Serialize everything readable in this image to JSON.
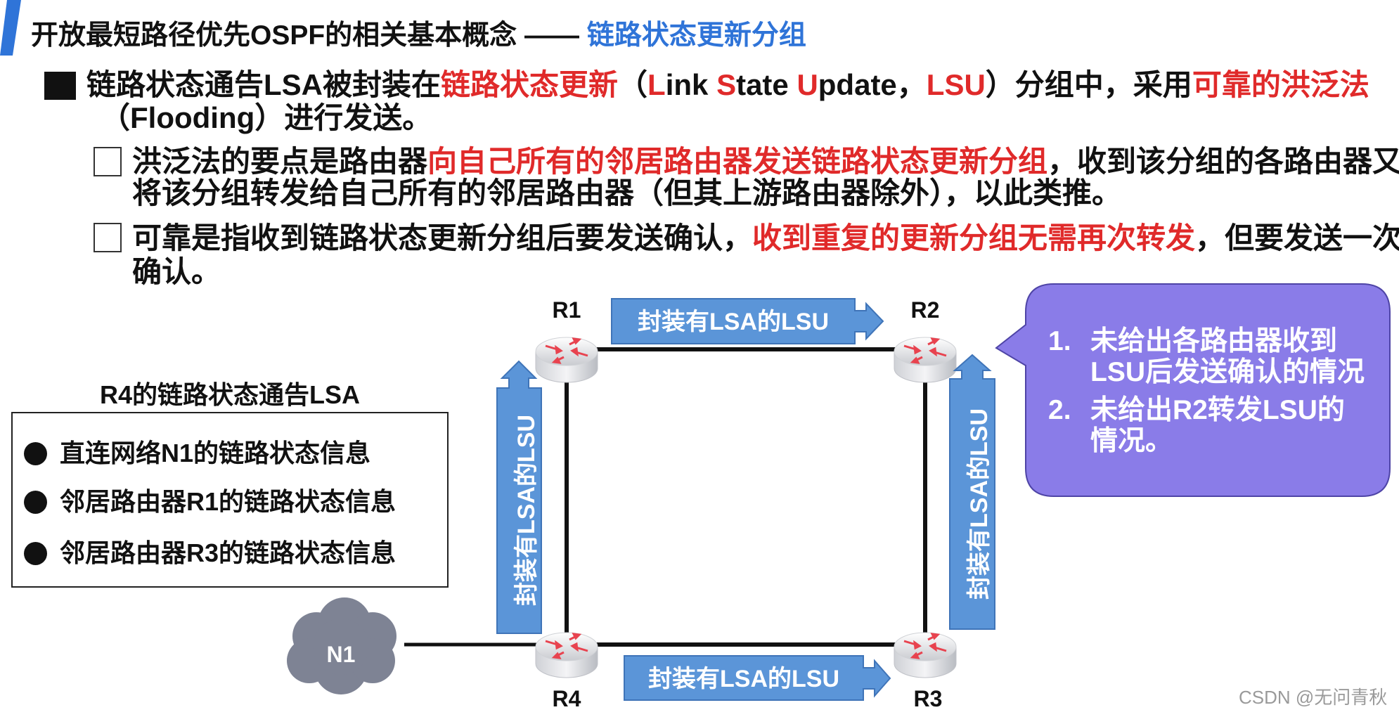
{
  "header": {
    "title_main": "开放最短路径优先OSPF的相关基本概念 —— ",
    "title_accent": "链路状态更新分组",
    "accent_color": "#2f74d8"
  },
  "bullets": [
    {
      "lines": [
        [
          {
            "text": "链路状态通告LSA被封装在",
            "red": false
          },
          {
            "text": "链路状态更新",
            "red": true
          },
          {
            "text": "（",
            "red": false
          },
          {
            "text": "L",
            "red": true
          },
          {
            "text": "ink ",
            "red": false
          },
          {
            "text": "S",
            "red": true
          },
          {
            "text": "tate ",
            "red": false
          },
          {
            "text": "U",
            "red": true
          },
          {
            "text": "pdate，",
            "red": false
          },
          {
            "text": "LSU",
            "red": true
          },
          {
            "text": "）分组中，采用",
            "red": false
          },
          {
            "text": "可靠的洪泛法",
            "red": true
          }
        ],
        [
          {
            "text": "（Flooding）进行发送。",
            "red": false
          }
        ]
      ]
    }
  ],
  "sub_bullets": [
    {
      "lines": [
        [
          {
            "text": "洪泛法的要点是路由器",
            "red": false
          },
          {
            "text": "向自己所有的邻居路由器发送链路状态更新分组",
            "red": true
          },
          {
            "text": "，收到该分组的各路由器又",
            "red": false
          }
        ],
        [
          {
            "text": "将该分组转发给自己所有的邻居路由器（但其上游路由器除外），以此类推。",
            "red": false
          }
        ]
      ]
    },
    {
      "lines": [
        [
          {
            "text": "可靠是指收到链路状态更新分组后要发送确认，",
            "red": false
          },
          {
            "text": "收到重复的更新分组无需再次转发",
            "red": true
          },
          {
            "text": "，但要发送一次",
            "red": false
          }
        ],
        [
          {
            "text": "确认。",
            "red": false
          }
        ]
      ]
    }
  ],
  "lsa_panel": {
    "title": "R4的链路状态通告LSA",
    "items": [
      "直连网络N1的链路状态信息",
      "邻居路由器R1的链路状态信息",
      "邻居路由器R3的链路状态信息"
    ]
  },
  "diagram": {
    "routers": [
      "R1",
      "R2",
      "R3",
      "R4"
    ],
    "network": "N1",
    "arrow_label": "封装有LSA的LSU",
    "arrow_color": "#5b95d8",
    "cloud_color": "#7e8394"
  },
  "callout": {
    "color": "#8a7ce8",
    "items": [
      {
        "num": "1.",
        "lines": [
          "未给出各路由器收到",
          "LSU后发送确认的情况"
        ]
      },
      {
        "num": "2.",
        "lines": [
          "未给出R2转发LSU的",
          "情况。"
        ]
      }
    ]
  },
  "watermark": "CSDN @无问青秋"
}
